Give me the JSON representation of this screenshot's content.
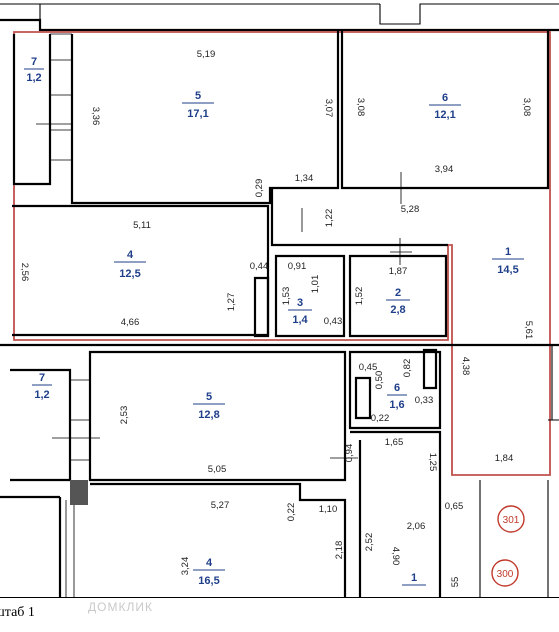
{
  "rooms": [
    {
      "id": "r7a",
      "number": "7",
      "area": "1,2"
    },
    {
      "id": "r5a",
      "number": "5",
      "area": "17,1"
    },
    {
      "id": "r6a",
      "number": "6",
      "area": "12,1"
    },
    {
      "id": "r4a",
      "number": "4",
      "area": "12,5"
    },
    {
      "id": "r3a",
      "number": "3",
      "area": "1,4"
    },
    {
      "id": "r2a",
      "number": "2",
      "area": "2,8"
    },
    {
      "id": "r1a",
      "number": "1",
      "area": "14,5"
    },
    {
      "id": "r7b",
      "number": "7",
      "area": "1,2"
    },
    {
      "id": "r5b",
      "number": "5",
      "area": "12,8"
    },
    {
      "id": "r6b",
      "number": "6",
      "area": "1,6"
    },
    {
      "id": "r4b",
      "number": "4",
      "area": "16,5"
    },
    {
      "id": "r1b",
      "number": "1",
      "area": ""
    }
  ],
  "dimensions": [
    "5,19",
    "3,07",
    "3,36",
    "3,08",
    "3,08",
    "3,94",
    "1,34",
    "0,29",
    "1,22",
    "5,28",
    "5,11",
    "2,56",
    "4,66",
    "0,44",
    "1,27",
    "0,91",
    "1,01",
    "1,53",
    "0,43",
    "1,87",
    "1,52",
    "5,61",
    "4,38",
    "0,45",
    "0,50",
    "0,82",
    "0,22",
    "0,33",
    "2,53",
    "5,05",
    "0,94",
    "1,65",
    "1,25",
    "1,84",
    "5,27",
    "0,22",
    "1,10",
    "0,65",
    "2,06",
    "2,52",
    "2,18",
    "4,90",
    "3,24",
    "55"
  ],
  "apartments": [
    "301",
    "300"
  ],
  "footer": {
    "scale": "штаб 1",
    "watermark": "ДОМКЛИК"
  }
}
